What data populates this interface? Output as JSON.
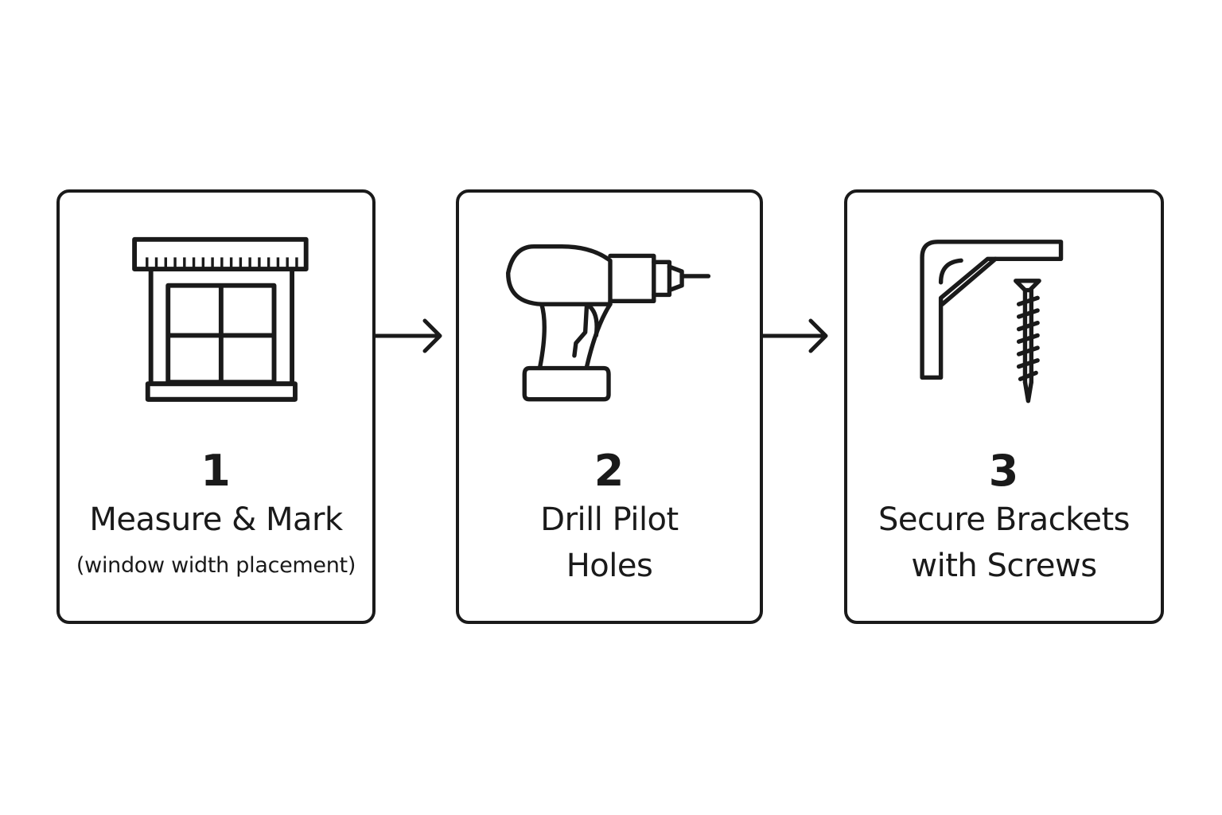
{
  "steps": [
    {
      "number": "1",
      "title": "Measure & Mark",
      "note": "(window width placement)",
      "icon": "window-measure-icon"
    },
    {
      "number": "2",
      "title": "Drill Pilot\nHoles",
      "icon": "drill-icon"
    },
    {
      "number": "3",
      "title": "Secure Brackets\nwith Screws",
      "icon": "bracket-screw-icon"
    }
  ],
  "colors": {
    "stroke": "#1a1a1a",
    "background": "#ffffff"
  }
}
